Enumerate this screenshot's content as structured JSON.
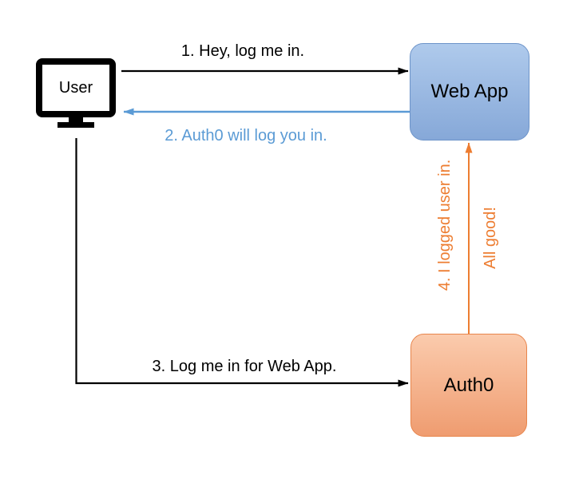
{
  "diagram": {
    "nodes": {
      "user": {
        "label": "User",
        "icon": "monitor-icon"
      },
      "web_app": {
        "label": "Web App"
      },
      "auth0": {
        "label": "Auth0"
      }
    },
    "arrows": [
      {
        "id": 1,
        "label": "1. Hey, log me in.",
        "from": "user",
        "to": "web_app",
        "color": "#000000"
      },
      {
        "id": 2,
        "label": "2. Auth0 will log you in.",
        "from": "web_app",
        "to": "user",
        "color": "#5B9BD5"
      },
      {
        "id": 3,
        "label": "3. Log me in for Web App.",
        "from": "user",
        "to": "auth0",
        "color": "#000000"
      },
      {
        "id": 4,
        "label": "4. I logged user in.",
        "label_secondary": "All good!",
        "from": "auth0",
        "to": "web_app",
        "color": "#ED7D31"
      }
    ]
  },
  "colors": {
    "ink": "#000000",
    "blue": "#5B9BD5",
    "orange": "#ED7D31",
    "webapp_fill_top": "#AFCAEC",
    "webapp_fill_bottom": "#86A8D8",
    "webapp_border": "#6D94C9",
    "auth0_fill_top": "#FBCBAD",
    "auth0_fill_bottom": "#EF9C70",
    "auth0_border": "#E8854C"
  }
}
